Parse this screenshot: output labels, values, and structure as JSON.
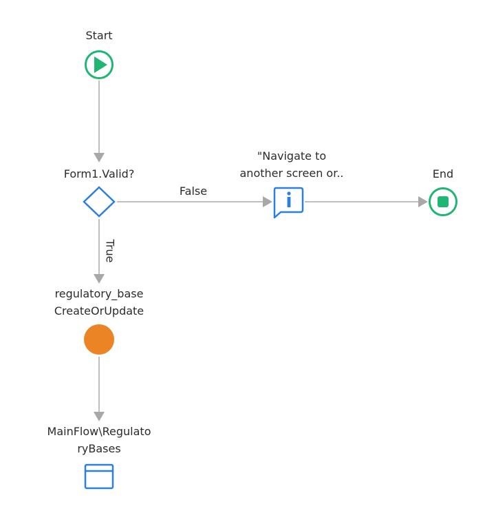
{
  "flow": {
    "start": {
      "label": "Start",
      "color": "#1fb572"
    },
    "if_node": {
      "label": "Form1.Valid?",
      "color": "#2a7fdf"
    },
    "message": {
      "label_line1": "\"Navigate to",
      "label_line2": "another screen or..",
      "color": "#2a7fdf"
    },
    "end": {
      "label": "End",
      "color": "#1fb572"
    },
    "branch_false": {
      "label": "False"
    },
    "branch_true": {
      "label": "True"
    },
    "aggregate": {
      "label_line1": "regulatory_base",
      "label_line2": "CreateOrUpdate",
      "color": "#eb8425"
    },
    "destination": {
      "label_line1": "MainFlow\\Regulato",
      "label_line2": "ryBases",
      "color": "#2a7fdf"
    },
    "connector_color": "#a8a8a8"
  }
}
